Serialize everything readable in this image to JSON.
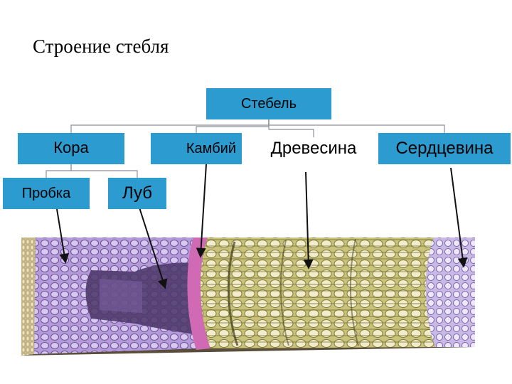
{
  "title": "Строение стебля",
  "nodes": {
    "stem": "Стебель",
    "bark": "Кора",
    "cambium": "Камбий",
    "wood": "Древесина",
    "pith": "Сердцевина",
    "cork": "Пробка",
    "phloem": "Луб"
  },
  "colors": {
    "box_fill": "#2b9bd0",
    "connector": "#8a8f99",
    "arrow": "#111111"
  }
}
